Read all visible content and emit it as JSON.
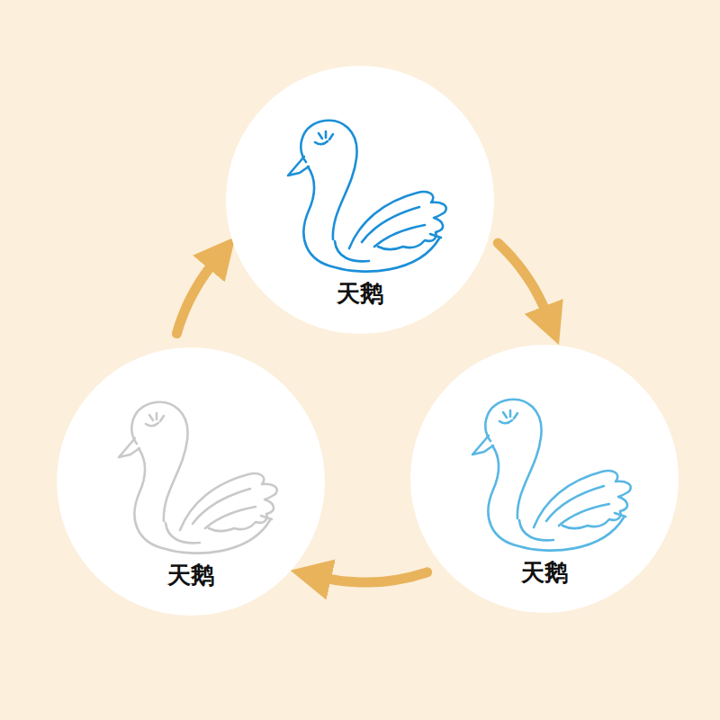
{
  "diagram": {
    "nodes": [
      {
        "text": [
          "天鹅"
        ]
      },
      {
        "text": [
          "天鹅"
        ]
      },
      {
        "text": [
          "天鹅"
        ]
      }
    ],
    "edges": [
      {
        "from": 0,
        "to": 1,
        "arrow": "to"
      },
      {
        "from": 1,
        "to": 2,
        "arrow": "to"
      },
      {
        "from": 2,
        "to": 0,
        "arrow": "to"
      }
    ]
  }
}
